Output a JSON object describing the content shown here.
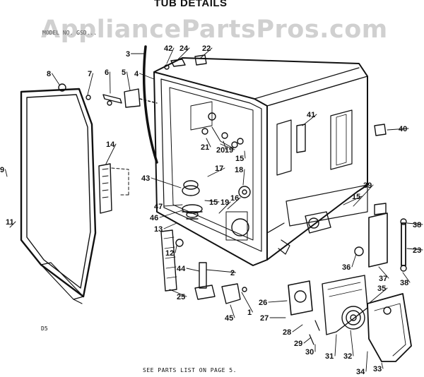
{
  "title": "TUB DETAILS",
  "watermark": "AppliancePartsPros.com",
  "model_line": "MODEL NO. GSD...",
  "footer": "SEE PARTS LIST ON PAGE 5.",
  "corner_code": "D5",
  "callouts": [
    {
      "id": "c1",
      "label": "1"
    },
    {
      "id": "c2",
      "label": "2"
    },
    {
      "id": "c3",
      "label": "3"
    },
    {
      "id": "c4",
      "label": "4"
    },
    {
      "id": "c5",
      "label": "5"
    },
    {
      "id": "c6",
      "label": "6"
    },
    {
      "id": "c7",
      "label": "7"
    },
    {
      "id": "c8",
      "label": "8"
    },
    {
      "id": "c9",
      "label": "9"
    },
    {
      "id": "c11",
      "label": "11"
    },
    {
      "id": "c12",
      "label": "12"
    },
    {
      "id": "c13",
      "label": "13"
    },
    {
      "id": "c14",
      "label": "14"
    },
    {
      "id": "c15a",
      "label": "15"
    },
    {
      "id": "c15b",
      "label": "15"
    },
    {
      "id": "c15c",
      "label": "15"
    },
    {
      "id": "c16",
      "label": "16"
    },
    {
      "id": "c17",
      "label": "17"
    },
    {
      "id": "c18",
      "label": "18"
    },
    {
      "id": "c19a",
      "label": "19"
    },
    {
      "id": "c19b",
      "label": "19"
    },
    {
      "id": "c20",
      "label": "20"
    },
    {
      "id": "c21",
      "label": "21"
    },
    {
      "id": "c22",
      "label": "22"
    },
    {
      "id": "c23",
      "label": "23"
    },
    {
      "id": "c24",
      "label": "24"
    },
    {
      "id": "c25",
      "label": "25"
    },
    {
      "id": "c26",
      "label": "26"
    },
    {
      "id": "c27",
      "label": "27"
    },
    {
      "id": "c28",
      "label": "28"
    },
    {
      "id": "c29",
      "label": "29"
    },
    {
      "id": "c30",
      "label": "30"
    },
    {
      "id": "c31",
      "label": "31"
    },
    {
      "id": "c32",
      "label": "32"
    },
    {
      "id": "c33",
      "label": "33"
    },
    {
      "id": "c34",
      "label": "34"
    },
    {
      "id": "c35",
      "label": "35"
    },
    {
      "id": "c36",
      "label": "36"
    },
    {
      "id": "c37",
      "label": "37"
    },
    {
      "id": "c38a",
      "label": "38"
    },
    {
      "id": "c38b",
      "label": "38"
    },
    {
      "id": "c39",
      "label": "39"
    },
    {
      "id": "c40",
      "label": "40"
    },
    {
      "id": "c41",
      "label": "41"
    },
    {
      "id": "c42",
      "label": "42"
    },
    {
      "id": "c43",
      "label": "43"
    },
    {
      "id": "c44",
      "label": "44"
    },
    {
      "id": "c45",
      "label": "45"
    },
    {
      "id": "c46",
      "label": "46"
    },
    {
      "id": "c47",
      "label": "47"
    }
  ]
}
